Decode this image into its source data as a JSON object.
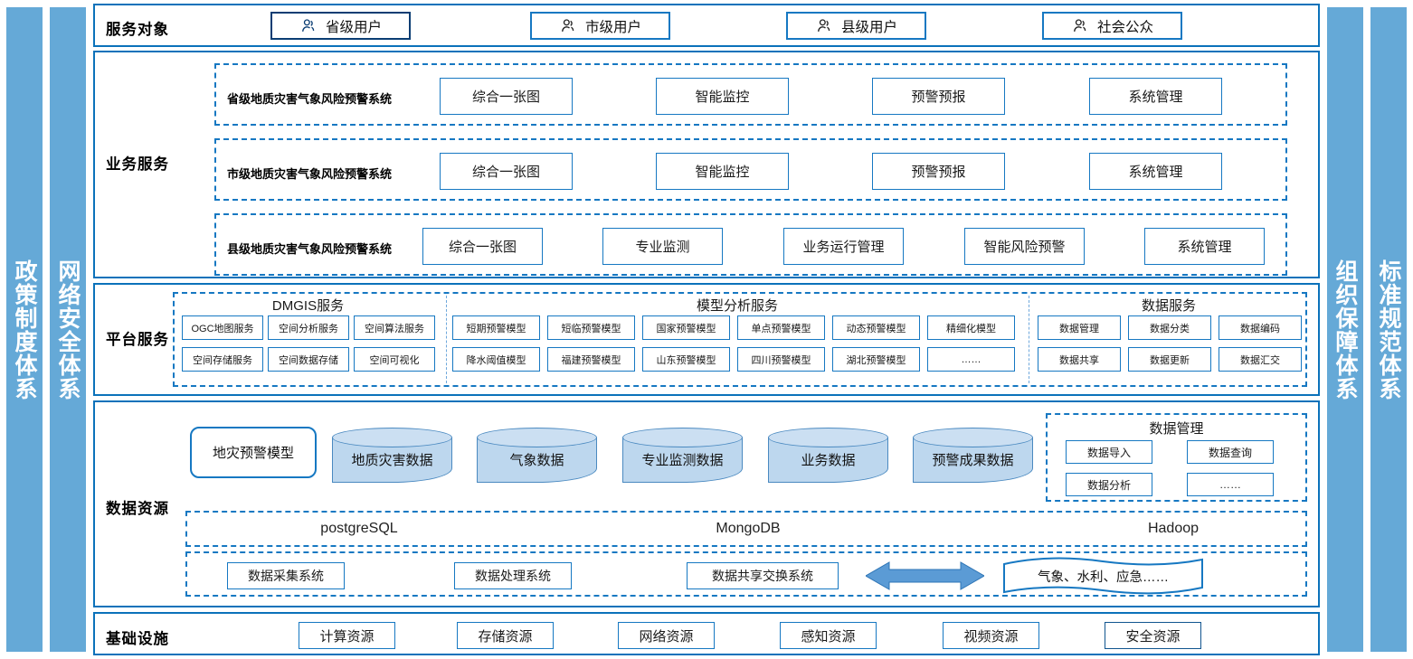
{
  "side_bars": [
    {
      "name": "policy",
      "label": "政策制度体系"
    },
    {
      "name": "network-security",
      "label": "网络安全体系"
    },
    {
      "name": "organization",
      "label": "组织保障体系"
    },
    {
      "name": "standards",
      "label": "标准规范体系"
    }
  ],
  "colors": {
    "sidebar_blue": "#65A9D7",
    "panel_border": "#0b72BA",
    "box_border": "#1678C2",
    "cylinder_fill": "#BDD7EE",
    "arrow_fill": "#5B9BD5"
  },
  "audience": {
    "label": "服务对象",
    "items": [
      {
        "icon": "user-icon",
        "label": "省级用户"
      },
      {
        "icon": "user-icon",
        "label": "市级用户"
      },
      {
        "icon": "user-icon",
        "label": "县级用户"
      },
      {
        "icon": "user-icon",
        "label": "社会公众"
      }
    ]
  },
  "business": {
    "label": "业务服务",
    "rows": [
      {
        "system": "省级地质灾害气象风险预警系统",
        "modules": [
          "综合一张图",
          "智能监控",
          "预警预报",
          "系统管理"
        ]
      },
      {
        "system": "市级地质灾害气象风险预警系统",
        "modules": [
          "综合一张图",
          "智能监控",
          "预警预报",
          "系统管理"
        ]
      },
      {
        "system": "县级地质灾害气象风险预警系统",
        "modules": [
          "综合一张图",
          "专业监测",
          "业务运行管理",
          "智能风险预警",
          "系统管理"
        ]
      }
    ]
  },
  "platform": {
    "label": "平台服务",
    "groups": [
      {
        "title": "DMGIS服务",
        "row1": [
          "OGC地图服务",
          "空间分析服务",
          "空间算法服务"
        ],
        "row2": [
          "空间存储服务",
          "空间数据存储",
          "空间可视化"
        ]
      },
      {
        "title": "模型分析服务",
        "row1": [
          "短期预警模型",
          "短临预警模型",
          "国家预警模型",
          "单点预警模型",
          "动态预警模型",
          "精细化模型"
        ],
        "row2": [
          "降水阈值模型",
          "福建预警模型",
          "山东预警模型",
          "四川预警模型",
          "湖北预警模型",
          "……"
        ]
      },
      {
        "title": "数据服务",
        "row1": [
          "数据管理",
          "数据分类",
          "数据编码"
        ],
        "row2": [
          "数据共享",
          "数据更新",
          "数据汇交"
        ]
      }
    ]
  },
  "data_resources": {
    "label": "数据资源",
    "model_box": "地灾预警模型",
    "cylinders": [
      "地质灾害数据",
      "气象数据",
      "专业监测数据",
      "业务数据",
      "预警成果数据"
    ],
    "data_management": {
      "title": "数据管理",
      "items": [
        "数据导入",
        "数据查询",
        "数据分析",
        "……"
      ]
    },
    "databases": [
      "postgreSQL",
      "MongoDB",
      "Hadoop"
    ],
    "systems": [
      "数据采集系统",
      "数据处理系统",
      "数据共享交换系统"
    ],
    "exchange_arrow": "double-arrow-icon",
    "external": "气象、水利、应急……"
  },
  "infrastructure": {
    "label": "基础设施",
    "items": [
      "计算资源",
      "存储资源",
      "网络资源",
      "感知资源",
      "视频资源",
      "安全资源"
    ]
  }
}
